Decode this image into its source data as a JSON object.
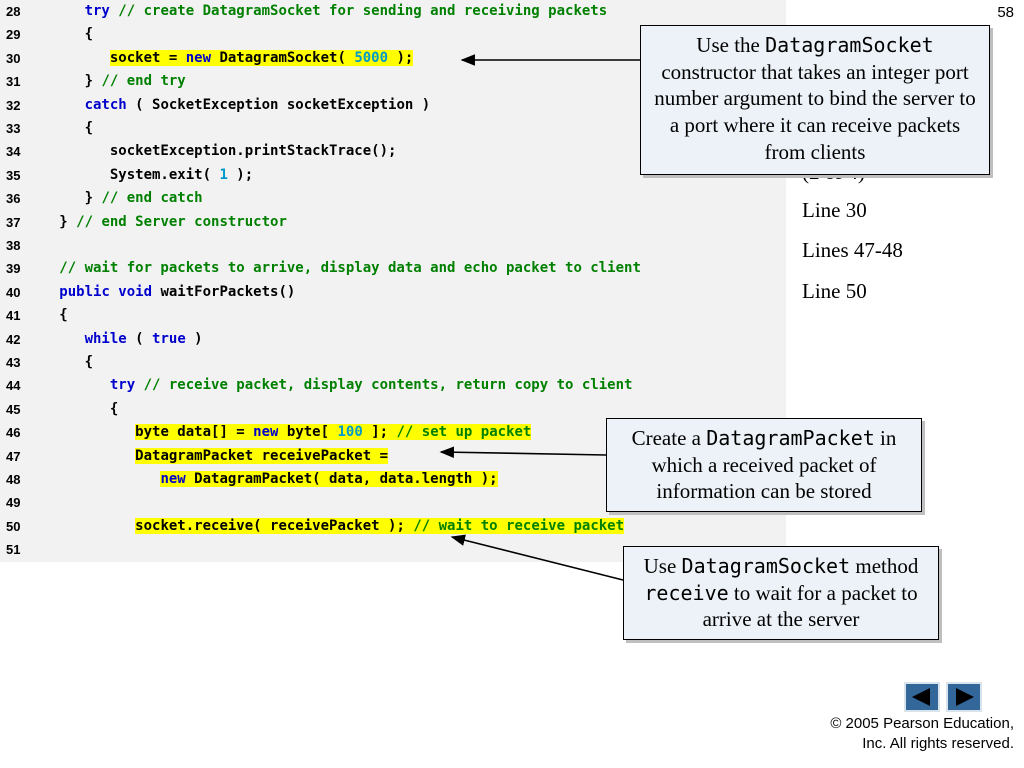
{
  "slide": {
    "page_number": "58",
    "sidebar_labels": [
      "(2 of 4)",
      "Line 30",
      "Lines 47-48",
      "Line 50"
    ],
    "copyright": [
      "© 2005 Pearson Education,",
      "Inc.  All rights reserved."
    ]
  },
  "code_lines": [
    {
      "num": "28",
      "segments": [
        {
          "t": "      ",
          "c": "tx"
        },
        {
          "t": "try",
          "c": "kw"
        },
        {
          "t": " // create DatagramSocket for sending and receiving packets",
          "c": "cm"
        }
      ]
    },
    {
      "num": "29",
      "segments": [
        {
          "t": "      {",
          "c": "tx"
        }
      ]
    },
    {
      "num": "30",
      "segments": [
        {
          "t": "         ",
          "c": "tx"
        },
        {
          "t": "socket = ",
          "c": "tx",
          "hl": true
        },
        {
          "t": "new",
          "c": "kw",
          "hl": true
        },
        {
          "t": " DatagramSocket( ",
          "c": "tx",
          "hl": true
        },
        {
          "t": "5000",
          "c": "nm",
          "hl": true
        },
        {
          "t": " );",
          "c": "tx",
          "hl": true
        }
      ]
    },
    {
      "num": "31",
      "segments": [
        {
          "t": "      } ",
          "c": "tx"
        },
        {
          "t": "// end try",
          "c": "cm"
        }
      ]
    },
    {
      "num": "32",
      "segments": [
        {
          "t": "      ",
          "c": "tx"
        },
        {
          "t": "catch",
          "c": "kw"
        },
        {
          "t": " ( SocketException socketException )",
          "c": "tx"
        }
      ]
    },
    {
      "num": "33",
      "segments": [
        {
          "t": "      {",
          "c": "tx"
        }
      ]
    },
    {
      "num": "34",
      "segments": [
        {
          "t": "         socketException.printStackTrace();",
          "c": "tx"
        }
      ]
    },
    {
      "num": "35",
      "segments": [
        {
          "t": "         System.exit( ",
          "c": "tx"
        },
        {
          "t": "1",
          "c": "nm"
        },
        {
          "t": " );",
          "c": "tx"
        }
      ]
    },
    {
      "num": "36",
      "segments": [
        {
          "t": "      } ",
          "c": "tx"
        },
        {
          "t": "// end catch",
          "c": "cm"
        }
      ]
    },
    {
      "num": "37",
      "segments": [
        {
          "t": "   } ",
          "c": "tx"
        },
        {
          "t": "// end Server constructor",
          "c": "cm"
        }
      ]
    },
    {
      "num": "38",
      "segments": []
    },
    {
      "num": "39",
      "segments": [
        {
          "t": "   // wait for packets to arrive, display data and echo packet to client",
          "c": "cm"
        }
      ]
    },
    {
      "num": "40",
      "segments": [
        {
          "t": "   ",
          "c": "tx"
        },
        {
          "t": "public void",
          "c": "kw"
        },
        {
          "t": " waitForPackets()",
          "c": "tx"
        }
      ]
    },
    {
      "num": "41",
      "segments": [
        {
          "t": "   {",
          "c": "tx"
        }
      ]
    },
    {
      "num": "42",
      "segments": [
        {
          "t": "      ",
          "c": "tx"
        },
        {
          "t": "while",
          "c": "kw"
        },
        {
          "t": " ( ",
          "c": "tx"
        },
        {
          "t": "true",
          "c": "kw"
        },
        {
          "t": " )",
          "c": "tx"
        }
      ]
    },
    {
      "num": "43",
      "segments": [
        {
          "t": "      {",
          "c": "tx"
        }
      ]
    },
    {
      "num": "44",
      "segments": [
        {
          "t": "         ",
          "c": "tx"
        },
        {
          "t": "try",
          "c": "kw"
        },
        {
          "t": " // receive packet, display contents, return copy to client",
          "c": "cm"
        }
      ]
    },
    {
      "num": "45",
      "segments": [
        {
          "t": "         {",
          "c": "tx"
        }
      ]
    },
    {
      "num": "46",
      "segments": [
        {
          "t": "            ",
          "c": "tx"
        },
        {
          "t": "byte data[] = ",
          "c": "tx",
          "hl": true
        },
        {
          "t": "new",
          "c": "kw",
          "hl": true
        },
        {
          "t": " byte[ ",
          "c": "tx",
          "hl": true
        },
        {
          "t": "100",
          "c": "nm",
          "hl": true
        },
        {
          "t": " ]; ",
          "c": "tx",
          "hl": true
        },
        {
          "t": "// set up packet",
          "c": "cm",
          "hl": true
        }
      ]
    },
    {
      "num": "47",
      "segments": [
        {
          "t": "            ",
          "c": "tx"
        },
        {
          "t": "DatagramPacket receivePacket =",
          "c": "tx",
          "hl": true
        }
      ]
    },
    {
      "num": "48",
      "segments": [
        {
          "t": "               ",
          "c": "tx"
        },
        {
          "t": "new",
          "c": "kw",
          "hl": true
        },
        {
          "t": " DatagramPacket( data, data.length );",
          "c": "tx",
          "hl": true
        }
      ]
    },
    {
      "num": "49",
      "segments": []
    },
    {
      "num": "50",
      "segments": [
        {
          "t": "            ",
          "c": "tx"
        },
        {
          "t": "socket.receive( receivePacket ); ",
          "c": "tx",
          "hl": true
        },
        {
          "t": "// wait to receive packet",
          "c": "cm",
          "hl": true
        }
      ]
    },
    {
      "num": "51",
      "segments": []
    }
  ],
  "callouts": {
    "c1": {
      "pre": "Use the ",
      "code": "DatagramSocket",
      "post": " constructor that takes an integer port number argument to bind the server to a port where it can receive packets from clients"
    },
    "c2": {
      "pre": "Create a ",
      "code": "DatagramPacket",
      "post": " in which a received packet of information can be stored"
    },
    "c3": {
      "pre": "Use ",
      "code": "DatagramSocket",
      "mid": " method ",
      "code2": "receive",
      "post": " to wait for a packet to arrive at the server"
    }
  },
  "navigation": {
    "prev_icon": "triangle-left-icon",
    "next_icon": "triangle-right-icon"
  },
  "colors": {
    "keyword": "#0000cc",
    "comment": "#008000",
    "number": "#0099cc",
    "highlight": "#ffff00",
    "nav_button": "#336699"
  }
}
